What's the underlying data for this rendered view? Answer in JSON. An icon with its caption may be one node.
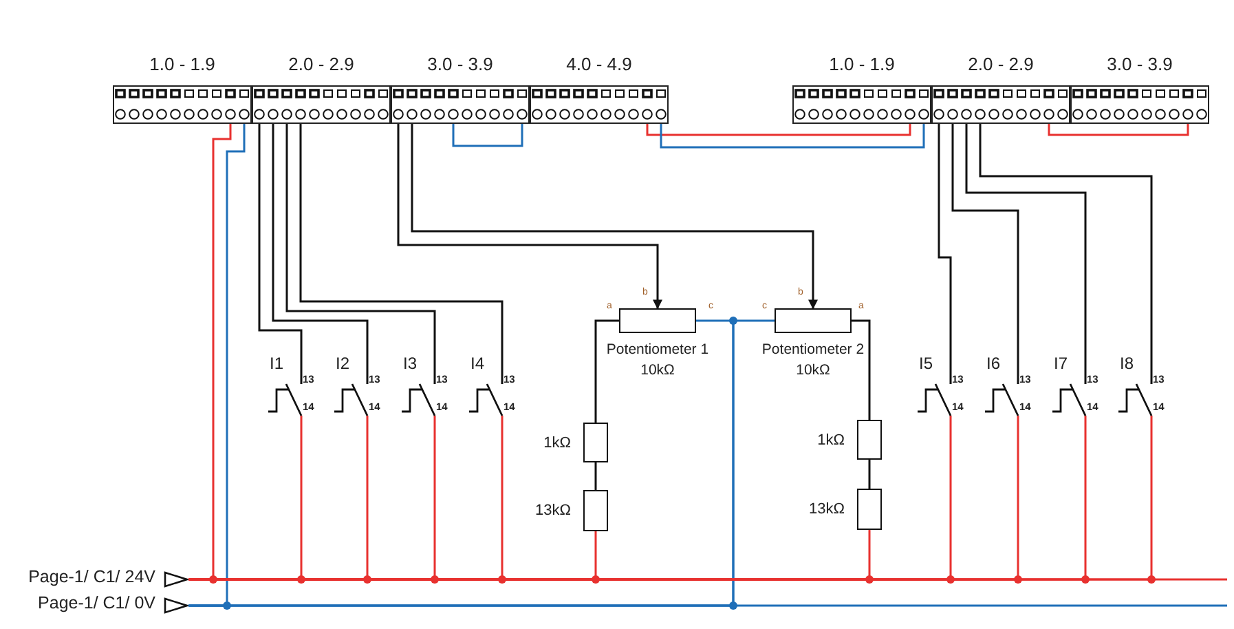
{
  "diagram": {
    "nodes": [
      {
        "text": [
          "1.0 - 1.9"
        ]
      },
      {
        "text": [
          "2.0 - 2.9"
        ]
      },
      {
        "text": [
          "3.0 - 3.9"
        ]
      },
      {
        "text": [
          "4.0 - 4.9"
        ]
      },
      {
        "text": [
          "1.0 - 1.9"
        ]
      },
      {
        "text": [
          "2.0 - 2.9"
        ]
      },
      {
        "text": [
          "3.0 - 3.9"
        ]
      },
      {
        "text": [
          "I1"
        ],
        "beside": [
          "13",
          "14"
        ]
      },
      {
        "text": [
          "I2"
        ],
        "beside": [
          "13",
          "14"
        ]
      },
      {
        "text": [
          "I3"
        ],
        "beside": [
          "13",
          "14"
        ]
      },
      {
        "text": [
          "I4"
        ],
        "beside": [
          "13",
          "14"
        ]
      },
      {
        "text": [
          "Potentiometer 1",
          "10kΩ"
        ],
        "beside": [
          "b",
          "a",
          "c"
        ]
      },
      {
        "text": [
          "Potentiometer 2",
          "10kΩ"
        ],
        "beside": [
          "b",
          "c",
          "a"
        ]
      },
      {
        "text": [
          "1kΩ"
        ]
      },
      {
        "text": [
          "13kΩ"
        ]
      },
      {
        "text": [
          "1kΩ"
        ]
      },
      {
        "text": [
          "13kΩ"
        ]
      },
      {
        "text": [
          "I5"
        ],
        "beside": [
          "13",
          "14"
        ]
      },
      {
        "text": [
          "I6"
        ],
        "beside": [
          "13",
          "14"
        ]
      },
      {
        "text": [
          "I7"
        ],
        "beside": [
          "13",
          "14"
        ]
      },
      {
        "text": [
          "I8"
        ],
        "beside": [
          "13",
          "14"
        ]
      },
      {
        "text": [
          "Page-1/ C1/ 24V"
        ]
      },
      {
        "text": [
          "Page-1/ C1/ 0V"
        ]
      }
    ],
    "edges": [
      {
        "from": 1,
        "to": 7,
        "arrow": "none"
      },
      {
        "from": 1,
        "to": 8,
        "arrow": "none"
      },
      {
        "from": 1,
        "to": 9,
        "arrow": "none"
      },
      {
        "from": 1,
        "to": 10,
        "arrow": "none"
      },
      {
        "from": 2,
        "to": 11,
        "arrow": "to"
      },
      {
        "from": 2,
        "to": 12,
        "arrow": "to"
      },
      {
        "from": 2,
        "to": 2,
        "arrow": "none",
        "color": "#1f6fb8"
      },
      {
        "from": 3,
        "to": 4,
        "arrow": "none",
        "color": "#e8312f"
      },
      {
        "from": 3,
        "to": 4,
        "arrow": "none",
        "color": "#1f6fb8"
      },
      {
        "from": 0,
        "to": 21,
        "arrow": "none",
        "color": "#e8312f"
      },
      {
        "from": 0,
        "to": 22,
        "arrow": "none",
        "color": "#1f6fb8"
      },
      {
        "from": 5,
        "to": 17,
        "arrow": "none"
      },
      {
        "from": 5,
        "to": 18,
        "arrow": "none"
      },
      {
        "from": 5,
        "to": 19,
        "arrow": "none"
      },
      {
        "from": 5,
        "to": 20,
        "arrow": "none"
      },
      {
        "from": 5,
        "to": 6,
        "arrow": "none",
        "color": "#e8312f"
      },
      {
        "from": 11,
        "to": 13,
        "arrow": "none"
      },
      {
        "from": 13,
        "to": 14,
        "arrow": "none"
      },
      {
        "from": 14,
        "to": 21,
        "arrow": "none",
        "color": "#e8312f"
      },
      {
        "from": 11,
        "to": 22,
        "arrow": "none",
        "color": "#1f6fb8"
      },
      {
        "from": 12,
        "to": 15,
        "arrow": "none"
      },
      {
        "from": 15,
        "to": 16,
        "arrow": "none"
      },
      {
        "from": 16,
        "to": 21,
        "arrow": "none",
        "color": "#e8312f"
      },
      {
        "from": 12,
        "to": 22,
        "arrow": "none",
        "color": "#1f6fb8"
      },
      {
        "from": 7,
        "to": 21,
        "arrow": "none",
        "color": "#e8312f"
      },
      {
        "from": 8,
        "to": 21,
        "arrow": "none",
        "color": "#e8312f"
      },
      {
        "from": 9,
        "to": 21,
        "arrow": "none",
        "color": "#e8312f"
      },
      {
        "from": 10,
        "to": 21,
        "arrow": "none",
        "color": "#e8312f"
      },
      {
        "from": 17,
        "to": 21,
        "arrow": "none",
        "color": "#e8312f"
      },
      {
        "from": 18,
        "to": 21,
        "arrow": "none",
        "color": "#e8312f"
      },
      {
        "from": 19,
        "to": 21,
        "arrow": "none",
        "color": "#e8312f"
      },
      {
        "from": 20,
        "to": 21,
        "arrow": "none",
        "color": "#e8312f"
      },
      {
        "from": 21,
        "to": null,
        "arrow": "none",
        "color": "#e8312f"
      },
      {
        "from": 22,
        "to": null,
        "arrow": "none",
        "color": "#1f6fb8"
      }
    ]
  }
}
